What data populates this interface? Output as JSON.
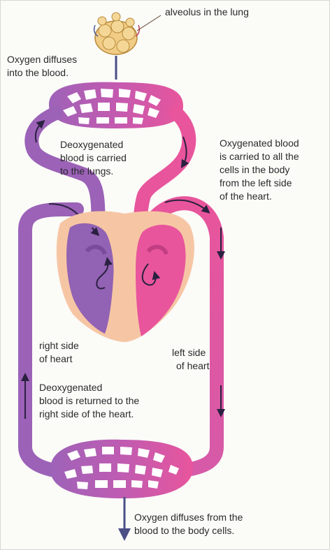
{
  "labels": {
    "alveolus": "alveolus in the lung",
    "oxygen_in": [
      "Oxygen diffuses",
      "into the blood."
    ],
    "deoxy_to_lungs": [
      "Deoxygenated",
      "blood is carried",
      "to the lungs."
    ],
    "oxy_to_body": [
      "Oxygenated blood",
      "is carried to all the",
      "cells in the body",
      "from the left side",
      "of the heart."
    ],
    "right_side": [
      "right side",
      "of heart"
    ],
    "left_side": [
      "left side",
      "of heart"
    ],
    "deoxy_return": [
      "Deoxygenated",
      "blood is returned to the",
      "right side of the heart."
    ],
    "oxygen_out": [
      "Oxygen diffuses from the",
      "blood to the body cells."
    ]
  },
  "colors": {
    "deoxygenated": "#9a62b6",
    "oxygenated": "#e8559c",
    "heart_tissue": "#f6c6a4",
    "arrow": "#2a2140",
    "alveolus": "#e2b05a"
  }
}
